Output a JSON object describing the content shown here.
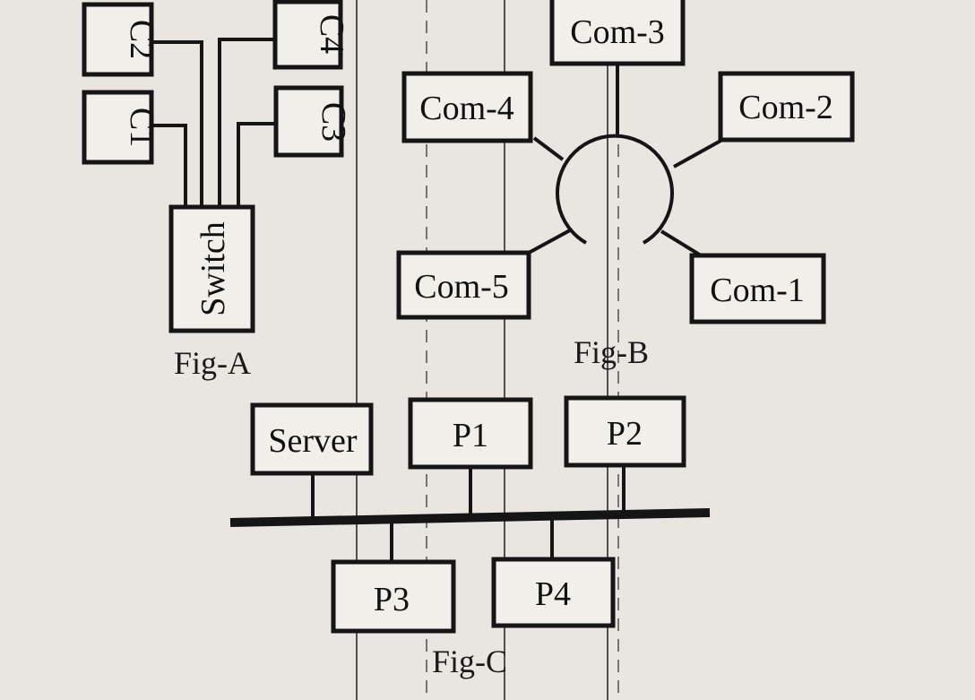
{
  "figures": {
    "fig_a": {
      "caption": "Fig-A",
      "topology": "star-switch",
      "hub": "Switch",
      "nodes": [
        "C1",
        "C2",
        "C3",
        "C4"
      ]
    },
    "fig_b": {
      "caption": "Fig-B",
      "topology": "ring",
      "nodes": [
        "Com-1",
        "Com-2",
        "Com-3",
        "Com-4",
        "Com-5"
      ]
    },
    "fig_c": {
      "caption": "Fig-C",
      "topology": "bus",
      "nodes": [
        "Server",
        "P1",
        "P2",
        "P3",
        "P4"
      ]
    }
  },
  "colors": {
    "paper": "#e9e6e1",
    "ink": "#151515"
  }
}
